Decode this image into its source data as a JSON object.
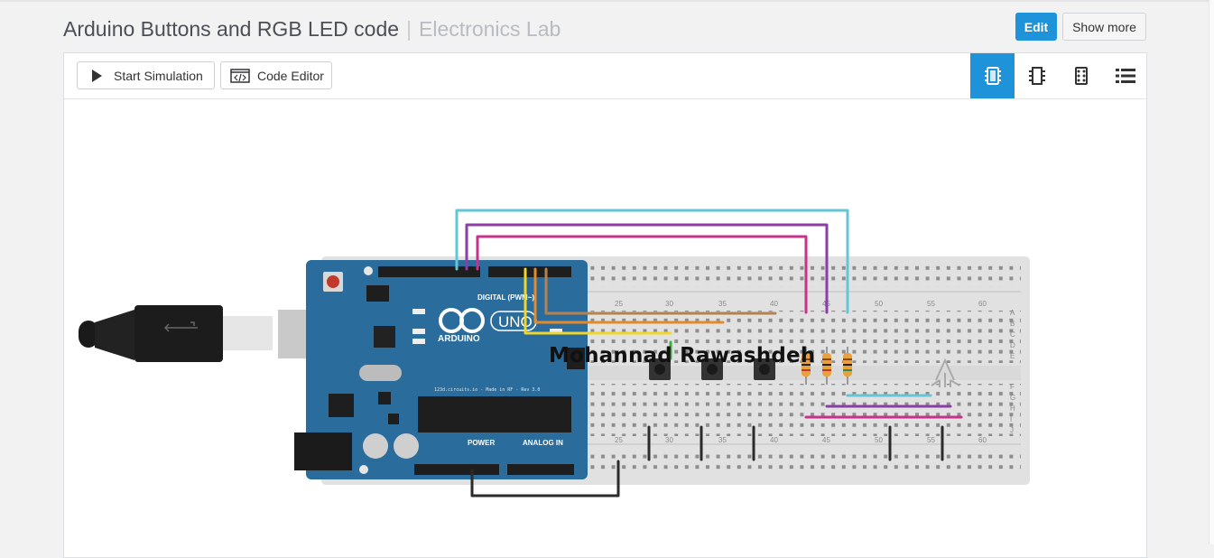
{
  "header": {
    "title": "Arduino Buttons and RGB LED code",
    "separator": "|",
    "subtitle": "Electronics Lab"
  },
  "actions": {
    "edit_label": "Edit",
    "show_more_label": "Show more"
  },
  "toolbar": {
    "start_simulation_label": "Start Simulation",
    "code_editor_label": "Code Editor"
  },
  "views": [
    {
      "name": "breadboard-view-icon",
      "active": true
    },
    {
      "name": "schematic-view-icon",
      "active": false
    },
    {
      "name": "pcb-view-icon",
      "active": false
    },
    {
      "name": "component-list-icon",
      "active": false
    }
  ],
  "canvas": {
    "watermark": "Mohannad Rawashdeh",
    "board_logo": "ARDUINO",
    "board_model": "UNO",
    "board_digital_label": "DIGITAL (PWM~)",
    "board_power_label": "POWER",
    "board_analog_label": "ANALOG IN",
    "board_fine_print": "123d.circuits.io - Made in RF - Rev 3.0",
    "breadboard_columns": [
      "25",
      "30",
      "35",
      "40",
      "45",
      "50",
      "55",
      "60"
    ],
    "breadboard_rows": [
      "A",
      "B",
      "C",
      "D",
      "E",
      "F",
      "G",
      "H",
      "I",
      "J"
    ]
  },
  "colors": {
    "accent": "#1e93da",
    "arduino_blue": "#2a6c9c",
    "breadboard": "#e1e1e1",
    "wire_cyan": "#63c6d6",
    "wire_purple": "#8a3ea6",
    "wire_magenta": "#c8328a",
    "wire_orange": "#e38a2b",
    "wire_yellow": "#f0d62a",
    "wire_black": "#2b2b2b"
  }
}
